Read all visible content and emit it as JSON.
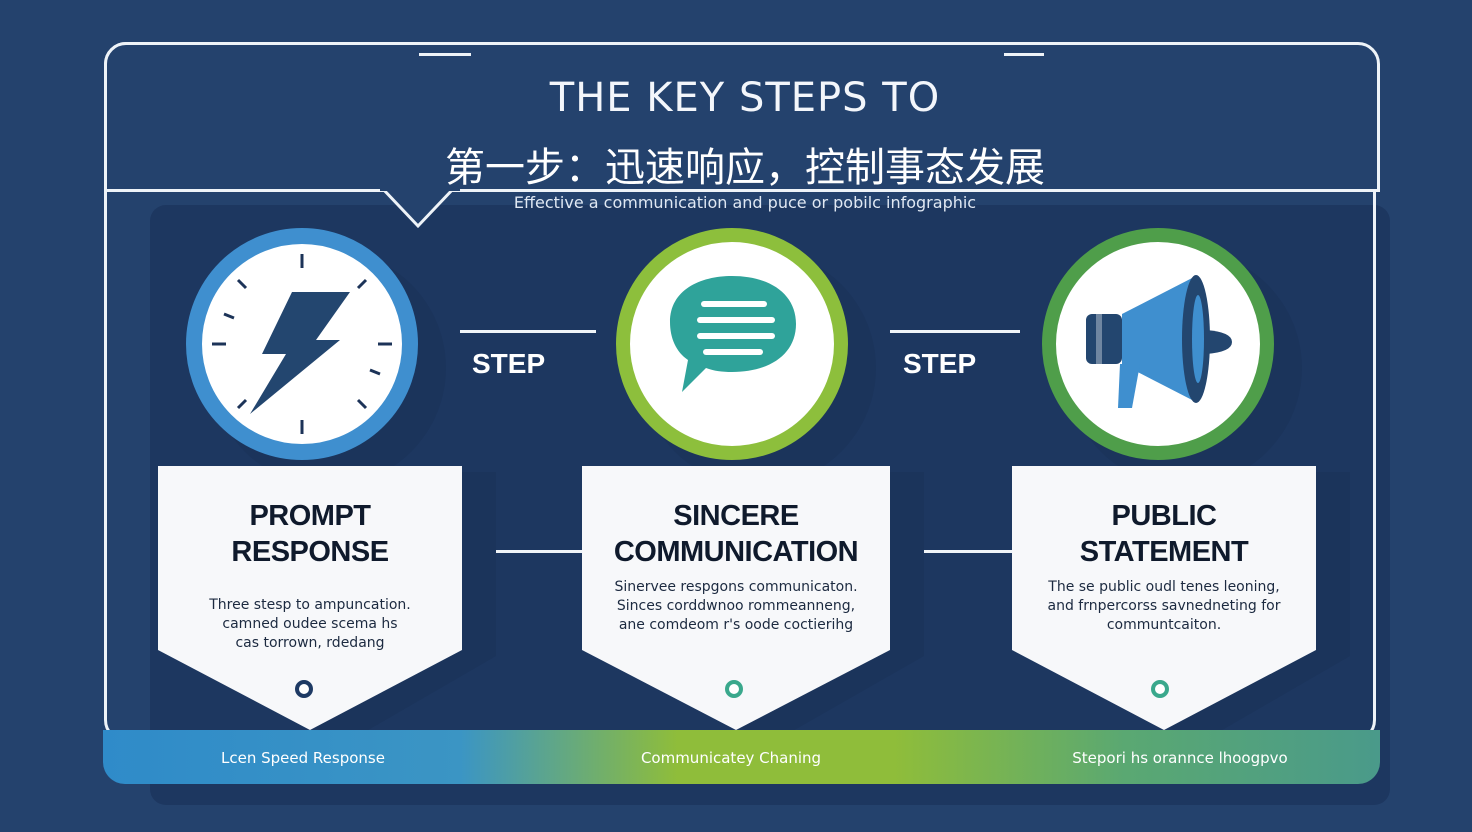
{
  "header": {
    "title": "THE KEY STEPS TO",
    "title_cn": "第一步：迅速响应，控制事态发展",
    "subtitle": "Effective a communication and puce or pobilc infographic"
  },
  "connectors": {
    "step_label_1": "STEP",
    "step_label_2": "STEP"
  },
  "steps": [
    {
      "icon": "lightning-clock-icon",
      "title_line1": "PROMPT",
      "title_line2": "RESPONSE",
      "body": [
        "Three stesp to ampuncation.",
        "camned oudee scema hs",
        "cas torrown, rdedang"
      ],
      "ring_color": "#3f8fcf",
      "dot_color": "#1e3a64"
    },
    {
      "icon": "speech-bubble-icon",
      "title_line1": "SINCERE",
      "title_line2": "COMMUNICATION",
      "body": [
        "Sinervee respgons communicaton.",
        "Sinces corddwnoo rommeanneng,",
        "ane comdeom r's oode coctierihg"
      ],
      "ring_color": "#8dbf3c",
      "dot_color": "#3aa88c"
    },
    {
      "icon": "megaphone-icon",
      "title_line1": "PUBLIC",
      "title_line2": "STATEMENT",
      "body": [
        "The se public oudl tenes leoning,",
        "and frnpercorss savnedneting for",
        "communtcaiton."
      ],
      "ring_color": "#4f9e4a",
      "dot_color": "#3aa88c"
    }
  ],
  "footer": {
    "item1": "Lcen Speed Response",
    "item2": "Communicatey Chaning",
    "item3": "Stepori hs orannce lhoogpvo"
  },
  "colors": {
    "background": "#24426d",
    "accent_blue": "#3f8fcf",
    "accent_green": "#8dbf3c",
    "accent_teal": "#3aa88c"
  }
}
